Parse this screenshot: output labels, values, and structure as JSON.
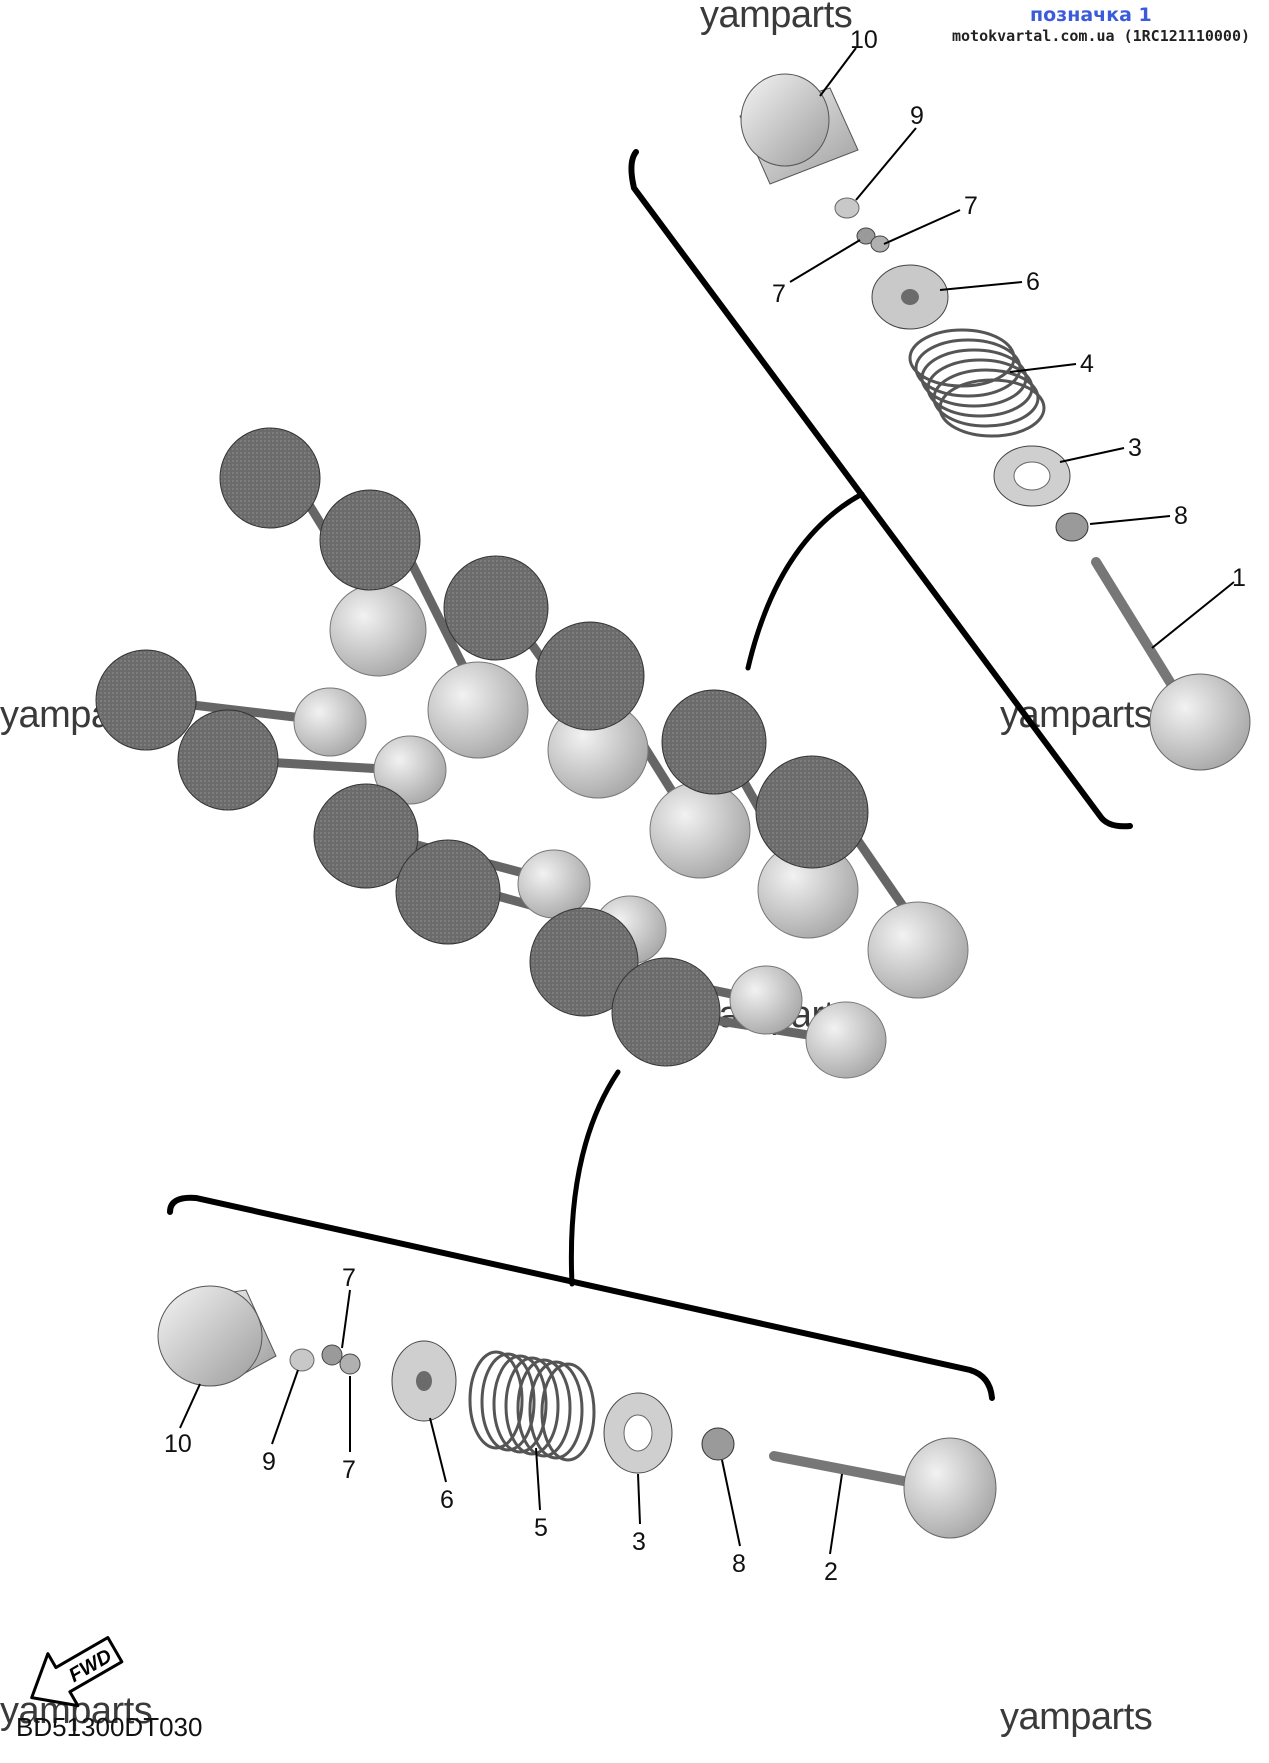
{
  "header": {
    "title": "позначка 1",
    "subtitle": "motokvartal.com.ua (1RC121110000)"
  },
  "watermark": "yamparts",
  "diagram_code": "BD51300DT030",
  "fwd_label": "FWD",
  "callouts": {
    "top": [
      "10",
      "9",
      "7",
      "7",
      "6",
      "4",
      "3",
      "8",
      "1"
    ],
    "bottom": [
      "7",
      "10",
      "9",
      "7",
      "6",
      "5",
      "3",
      "8",
      "2"
    ]
  },
  "colors": {
    "header": "#3b5bdb",
    "part_dark": "#6e6e6e",
    "part_light": "#d8d8d8"
  }
}
